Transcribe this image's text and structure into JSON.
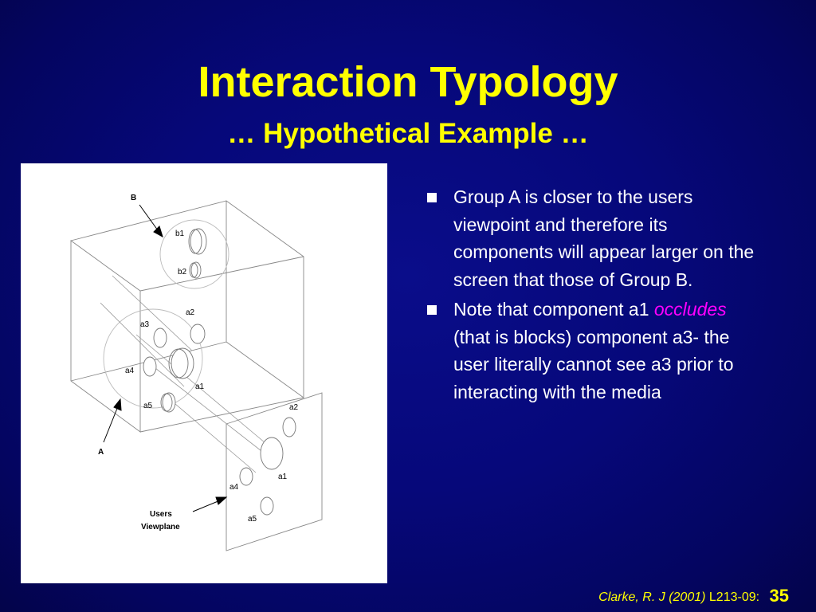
{
  "slide": {
    "title": "Interaction Typology",
    "subtitle": "… Hypothetical Example …"
  },
  "figure": {
    "labels": {
      "B": "B",
      "A": "A",
      "b1": "b1",
      "b2": "b2",
      "a1": "a1",
      "a2": "a2",
      "a3": "a3",
      "a4": "a4",
      "a5": "a5",
      "users_line1": "Users",
      "users_line2": "Viewplane"
    }
  },
  "bullets": {
    "b1": "Group A is closer to the users viewpoint and therefore its components will appear larger on the screen that those of Group B.",
    "b2_pre": "Note that component a1 ",
    "b2_em": "occludes",
    "b2_post": " (that is blocks) component a3- the user literally cannot see a3 prior to interacting with the media"
  },
  "footer": {
    "citation": "Clarke, R. J (2001)",
    "code": "L213-09:",
    "page": "35"
  },
  "colors": {
    "title": "#ffff00",
    "background": "#06087a",
    "highlight": "#ff00ff",
    "text": "#ffffff"
  }
}
